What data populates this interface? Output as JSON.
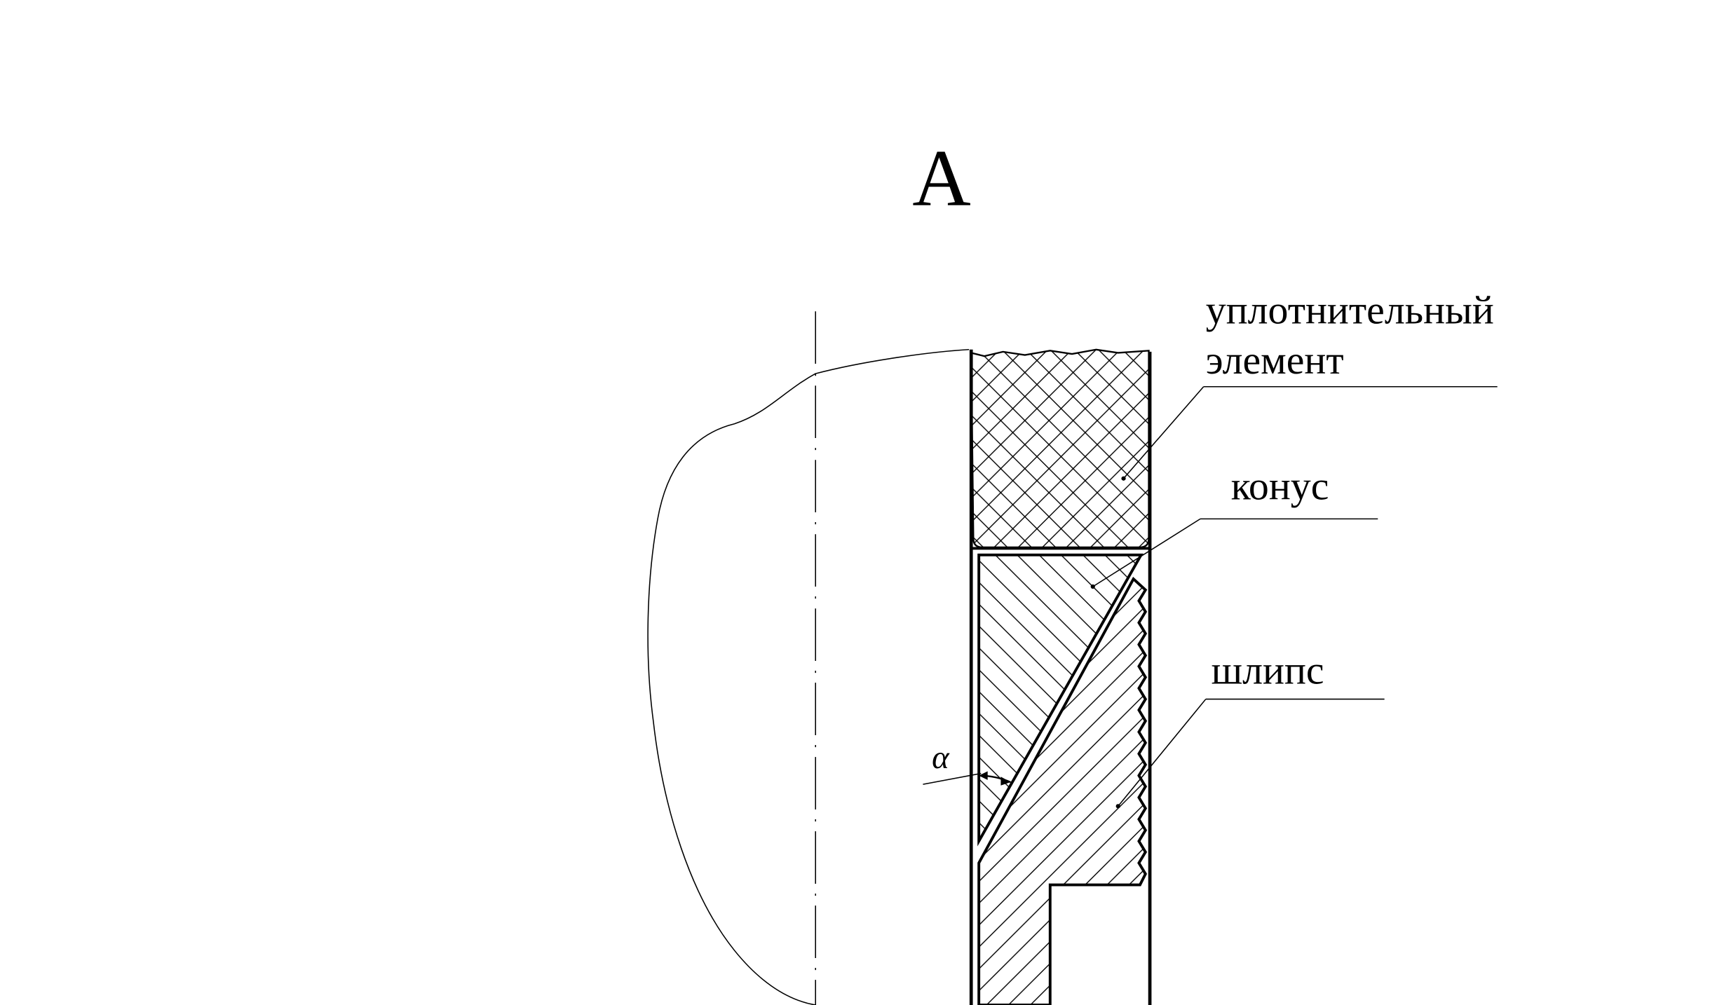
{
  "view_letter": "А",
  "labels": {
    "seal_element_line1": "уплотнительный",
    "seal_element_line2": "элемент",
    "cone": "конус",
    "slips": "шлипс",
    "angle": "α"
  },
  "colors": {
    "background": "#ffffff",
    "ink": "#000000"
  }
}
